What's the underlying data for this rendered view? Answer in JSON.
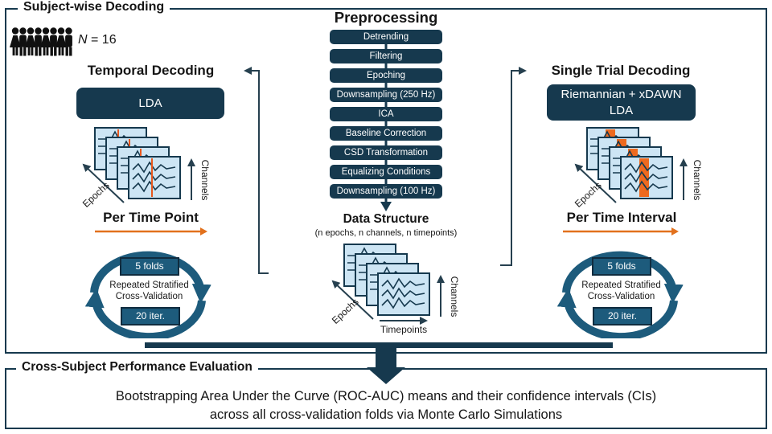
{
  "subject": {
    "title": "Subject-wise Decoding",
    "n_symbol": "N",
    "n_value": "= 16"
  },
  "temporal": {
    "title": "Temporal Decoding",
    "model": "LDA",
    "per": "Per Time Point"
  },
  "single_trial": {
    "title": "Single Trial Decoding",
    "model_line1": "Riemannian + xDAWN",
    "model_line2": "LDA",
    "per": "Per Time Interval"
  },
  "preprocessing": {
    "title": "Preprocessing",
    "steps": [
      "Detrending",
      "Filtering",
      "Epoching",
      "Downsampling (250 Hz)",
      "ICA",
      "Baseline Correction",
      "CSD Transformation",
      "Equalizing Conditions",
      "Downsampling (100 Hz)"
    ]
  },
  "data_structure": {
    "title": "Data Structure",
    "subtitle": "(n epochs, n channels, n timepoints)"
  },
  "axes": {
    "epochs": "Epochs",
    "channels": "Channels",
    "timepoints": "Timepoints"
  },
  "cv": {
    "folds": "5 folds",
    "line1": "Repeated Stratified",
    "line2": "Cross-Validation",
    "iters": "20 iter."
  },
  "evaluation": {
    "title": "Cross-Subject Performance Evaluation",
    "line1": "Bootstrapping Area Under the Curve (ROC-AUC) means and their confidence intervals (CIs)",
    "line2": "across all cross-validation folds via Monte Carlo Simulations"
  },
  "icons": {
    "participants": "group-of-people",
    "cycle": "circular-arrows"
  },
  "colors": {
    "navy": "#16394e",
    "teal": "#1d5b7c",
    "card_blue": "#cde5f4",
    "orange": "#e8701d",
    "connector": "#26404f"
  }
}
